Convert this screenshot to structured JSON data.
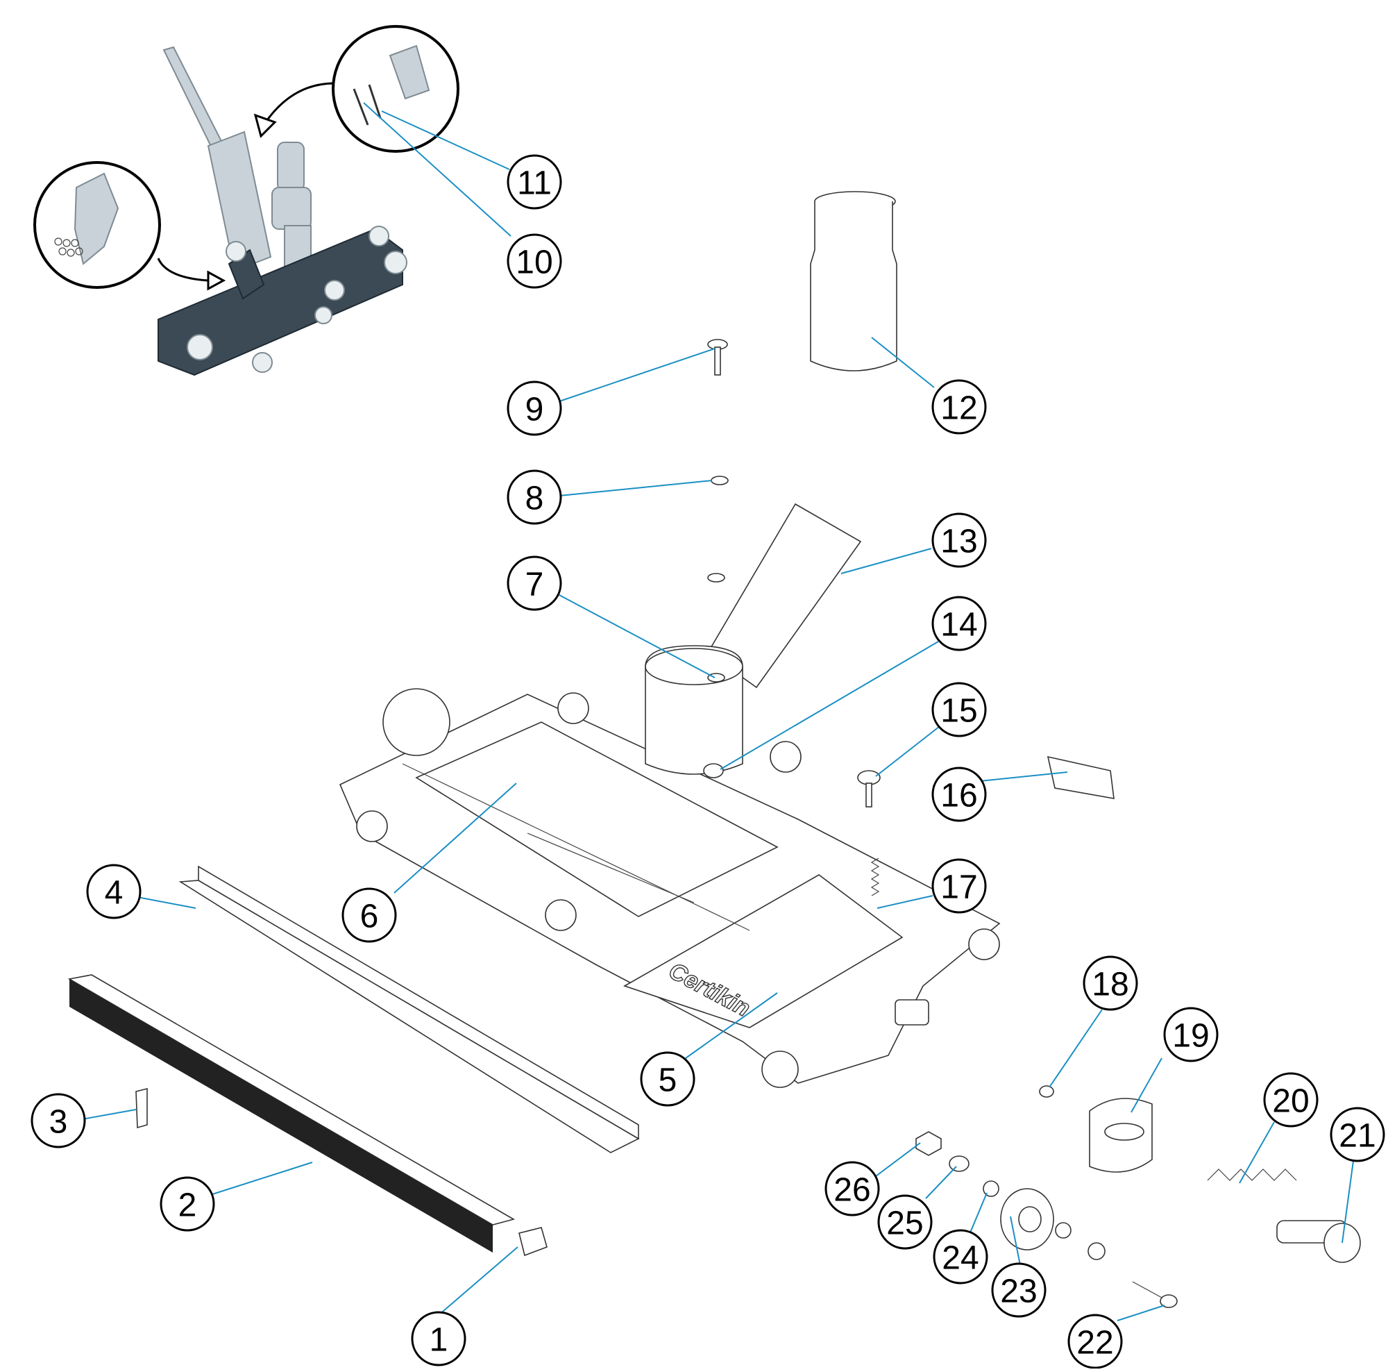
{
  "diagram": {
    "brand_text": "Certikin",
    "callouts": [
      {
        "id": "callout-1",
        "label": "1"
      },
      {
        "id": "callout-2",
        "label": "2"
      },
      {
        "id": "callout-3",
        "label": "3"
      },
      {
        "id": "callout-4",
        "label": "4"
      },
      {
        "id": "callout-5",
        "label": "5"
      },
      {
        "id": "callout-6",
        "label": "6"
      },
      {
        "id": "callout-7",
        "label": "7"
      },
      {
        "id": "callout-8",
        "label": "8"
      },
      {
        "id": "callout-9",
        "label": "9"
      },
      {
        "id": "callout-10",
        "label": "10"
      },
      {
        "id": "callout-11",
        "label": "11"
      },
      {
        "id": "callout-12",
        "label": "12"
      },
      {
        "id": "callout-13",
        "label": "13"
      },
      {
        "id": "callout-14",
        "label": "14"
      },
      {
        "id": "callout-15",
        "label": "15"
      },
      {
        "id": "callout-16",
        "label": "16"
      },
      {
        "id": "callout-17",
        "label": "17"
      },
      {
        "id": "callout-18",
        "label": "18"
      },
      {
        "id": "callout-19",
        "label": "19"
      },
      {
        "id": "callout-20",
        "label": "20"
      },
      {
        "id": "callout-21",
        "label": "21"
      },
      {
        "id": "callout-22",
        "label": "22"
      },
      {
        "id": "callout-23",
        "label": "23"
      },
      {
        "id": "callout-24",
        "label": "24"
      },
      {
        "id": "callout-25",
        "label": "25"
      },
      {
        "id": "callout-26",
        "label": "26"
      }
    ],
    "colors": {
      "leader": "#1a8fc4",
      "outline": "#333333",
      "callout_border": "#000000",
      "photo_body": "#3b4a55",
      "photo_handle": "#c9d2d8"
    }
  }
}
